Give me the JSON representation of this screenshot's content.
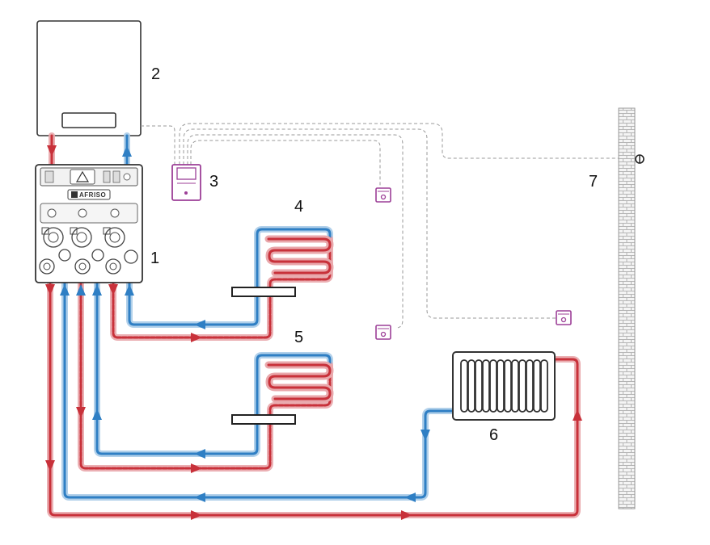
{
  "labels": {
    "mixing_station": "1",
    "boiler": "2",
    "central_controller": "3",
    "floor_loop_upper": "4",
    "floor_loop_lower": "5",
    "radiator": "6",
    "outdoor_sensor": "7"
  },
  "brand": "AFRISO",
  "colors": {
    "supply": "#c8313a",
    "supply_halo": "#e9a7ab",
    "return": "#2f7fc4",
    "return_halo": "#a9cbe8",
    "control": "#9c3f97",
    "signal_wire": "#9a9a9a",
    "outline": "#333333"
  }
}
